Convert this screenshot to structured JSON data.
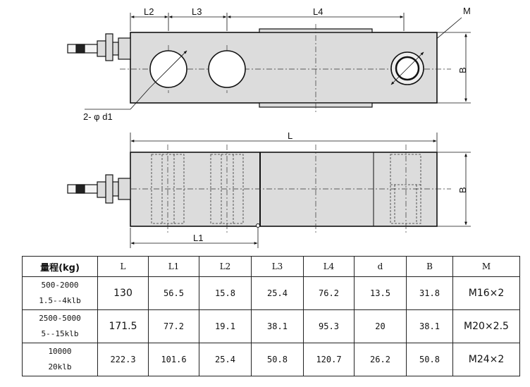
{
  "drawing": {
    "top_view_labels": {
      "l2": "L2",
      "l3": "L3",
      "l4": "L4",
      "m": "M",
      "b": "B",
      "holes": "2- φ d1"
    },
    "side_view_labels": {
      "l": "L",
      "b": "B",
      "l1": "L1"
    }
  },
  "table": {
    "headers": [
      "量程(kg)",
      "L",
      "L1",
      "L2",
      "L3",
      "L4",
      "d",
      "B",
      "M"
    ],
    "rows": [
      {
        "range_kg": "500-2000",
        "range_klb": "1.5--4klb",
        "L": "130",
        "L1": "56.5",
        "L2": "15.8",
        "L3": "25.4",
        "L4": "76.2",
        "d": "13.5",
        "B": "31.8",
        "M": "M16×2"
      },
      {
        "range_kg": "2500-5000",
        "range_klb": "5--15klb",
        "L": "171.5",
        "L1": "77.2",
        "L2": "19.1",
        "L3": "38.1",
        "L4": "95.3",
        "d": "20",
        "B": "38.1",
        "M": "M20×2.5"
      },
      {
        "range_kg": "10000",
        "range_klb": "20klb",
        "L": "222.3",
        "L1": "101.6",
        "L2": "25.4",
        "L3": "50.8",
        "L4": "120.7",
        "d": "26.2",
        "B": "50.8",
        "M": "M24×2"
      }
    ]
  }
}
